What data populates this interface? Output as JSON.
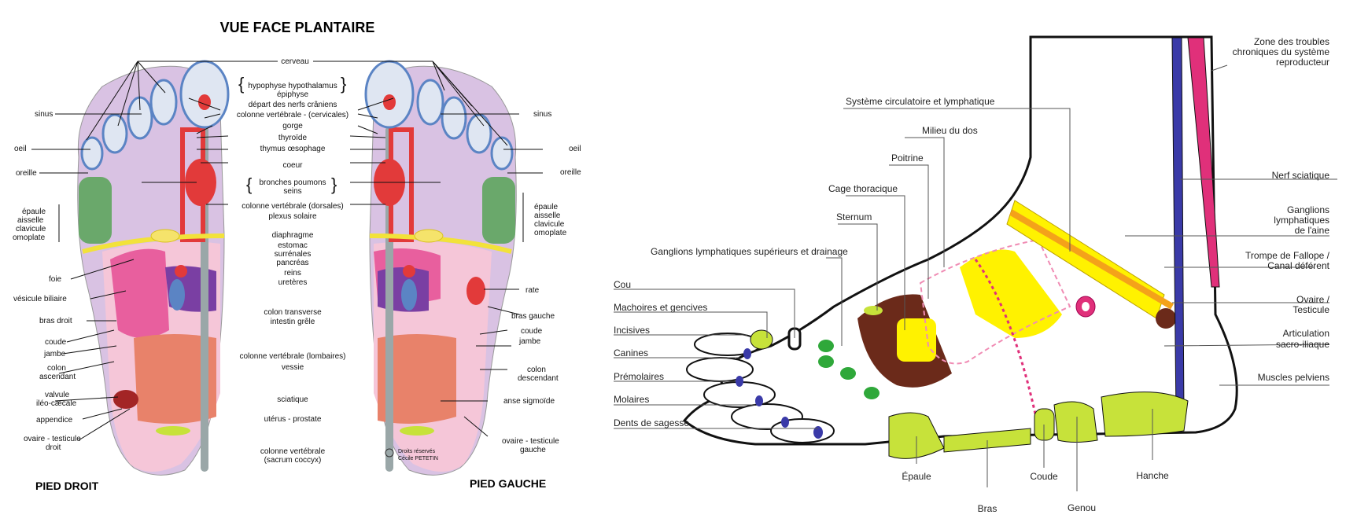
{
  "left": {
    "title": "VUE FACE PLANTAIRE",
    "pied_droit": "PIED DROIT",
    "pied_gauche": "PIED GAUCHE",
    "copyright": "Droits réservés",
    "author": "Cécile PETETIN",
    "center": {
      "cerveau": "cerveau",
      "hypophyse": "hypophyse hypothalamus",
      "epiphyse": "épiphyse",
      "depart": "départ des nerfs crâniens",
      "cervicales": "colonne vertébrale - (cervicales)",
      "gorge": "gorge",
      "thyroide": "thyroïde",
      "thymus": "thymus œsophage",
      "coeur": "coeur",
      "bronches": "bronches poumons",
      "seins": "seins",
      "dorsales": "colonne vertébrale (dorsales)",
      "plexus": "plexus solaire",
      "diaphragme": "diaphragme",
      "estomac": "estomac",
      "surrenales": "surrénales",
      "pancreas": "pancréas",
      "reins": "reins",
      "ureteres": "uretères",
      "colon_transverse": "colon transverse",
      "intestin": "intestin grêle",
      "lombaires": "colonne vertébrale (lombaires)",
      "vessie": "vessie",
      "sciatique": "sciatique",
      "uterus": "utérus - prostate",
      "sacrum1": "colonne vertébrale",
      "sacrum2": "(sacrum coccyx)"
    },
    "right_foot_labels": {
      "sinus": "sinus",
      "oeil": "oeil",
      "oreille": "oreille",
      "epaule": "épaule",
      "aisselle": "aisselle",
      "clavicule": "clavicule",
      "omoplate": "omoplate",
      "foie": "foie",
      "vesicule": "vésicule biliaire",
      "bras_droit": "bras droit",
      "coude": "coude",
      "jambe": "jambe",
      "colon1": "colon",
      "colon2": "ascendant",
      "valvule1": "valvule",
      "valvule2": "iléo-cæcale",
      "appendice": "appendice",
      "ovaire1": "ovaire - testicule",
      "ovaire2": "droit"
    },
    "left_foot_labels": {
      "sinus": "sinus",
      "oeil": "oeil",
      "oreille": "oreille",
      "epaule": "épaule",
      "aisselle": "aisselle",
      "clavicule": "clavicule",
      "omoplate": "omoplate",
      "rate": "rate",
      "bras_gauche": "bras gauche",
      "coude": "coude",
      "jambe": "jambe",
      "colon1": "colon",
      "colon2": "descendant",
      "anse": "anse sigmoïde",
      "ovaire1": "ovaire - testicule",
      "ovaire2": "gauche"
    }
  },
  "right": {
    "top_right": {
      "zone1": "Zone des troubles",
      "zone2": "chroniques du système",
      "zone3": "reproducteur",
      "nerf": "Nerf sciatique",
      "ganglions1": "Ganglions",
      "ganglions2": "lymphatiques",
      "ganglions3": "de l'aine",
      "trompe1": "Trompe de Fallope /",
      "trompe2": "Canal déférent",
      "ovaire1": "Ovaire /",
      "ovaire2": "Testicule",
      "artic1": "Articulation",
      "artic2": "sacro-iliaque",
      "muscles": "Muscles pelviens"
    },
    "top_left": {
      "systeme": "Système circulatoire et lymphatique",
      "milieu": "Milieu du dos",
      "poitrine": "Poitrine",
      "cage": "Cage thoracique",
      "sternum": "Sternum",
      "ganglions_sup": "Ganglions lymphatiques supérieurs et drainage",
      "cou": "Cou",
      "machoires": "Machoires et gencives",
      "incisives": "Incisives",
      "canines": "Canines",
      "premolaires": "Prémolaires",
      "molaires": "Molaires",
      "dents": "Dents de sagesse"
    },
    "bottom": {
      "epaule": "Épaule",
      "bras": "Bras",
      "coude": "Coude",
      "genou": "Genou",
      "hanche": "Hanche"
    }
  },
  "colors": {
    "lilac": "#d9c2e3",
    "blue": "#5b84c4",
    "green": "#6aa86b",
    "pink": "#e85f9e",
    "salmon": "#e8826a",
    "purple": "#7a3fa3",
    "yellow": "#fff200",
    "lime": "#c7e23a",
    "red": "#e23a3a",
    "navy": "#3a3aa8",
    "magenta": "#e0307a",
    "brown": "#6b2a1a"
  }
}
